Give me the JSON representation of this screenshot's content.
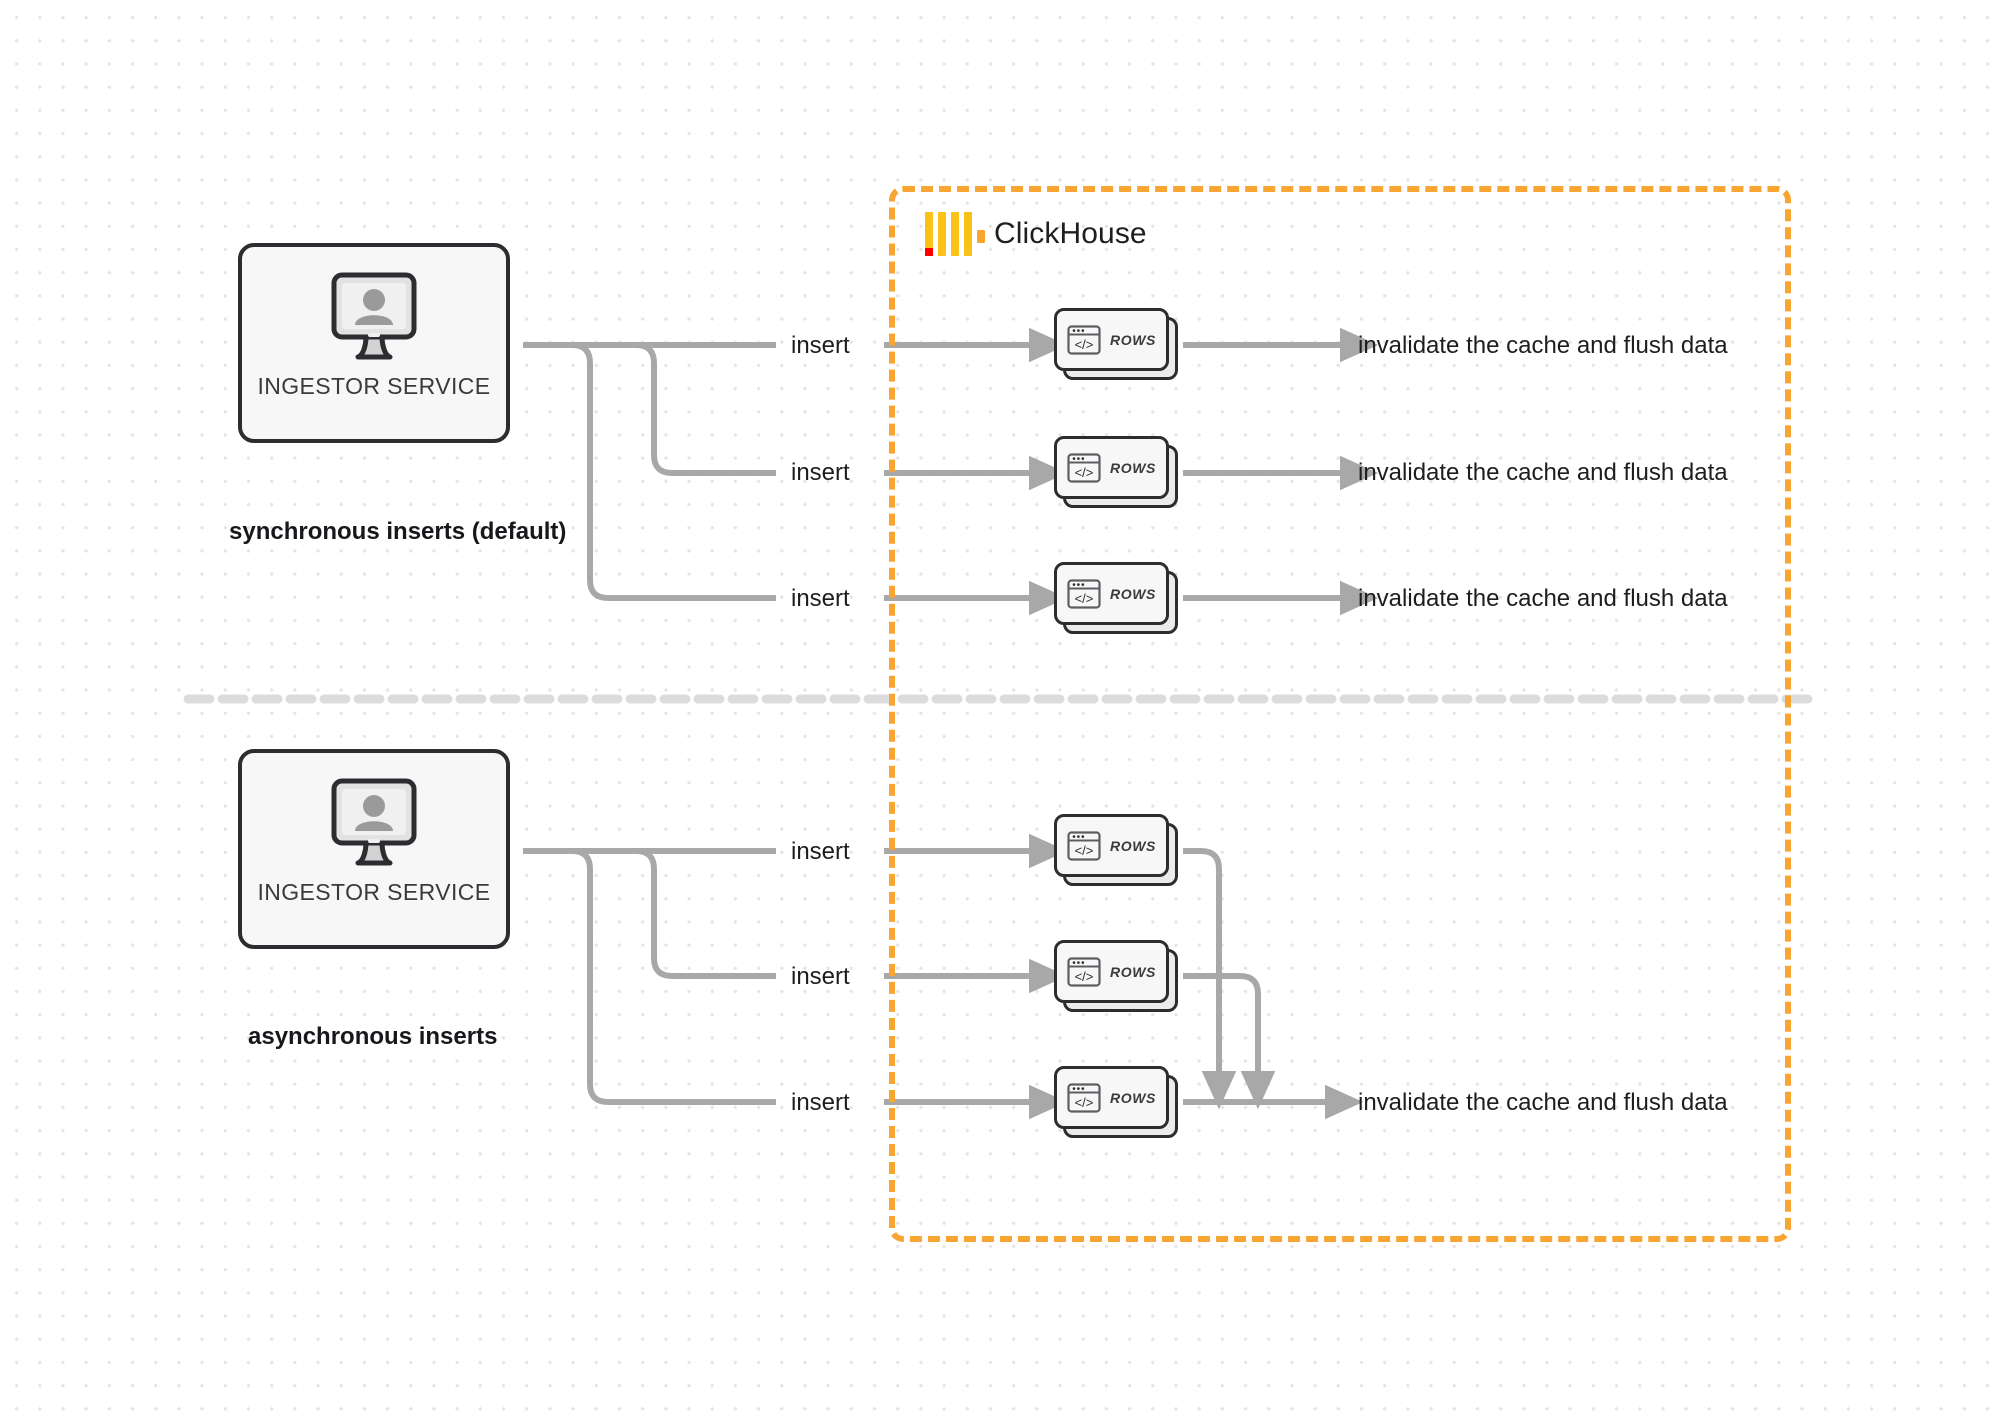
{
  "diagram": {
    "title": "ClickHouse synchronous vs asynchronous inserts",
    "colors": {
      "accent_orange": "#f8a531",
      "logo_yellow": "#fac116",
      "logo_red": "#ff0000",
      "node_border": "#2b2d30",
      "node_fill": "#f7f7f7",
      "connector_gray": "#a8a8a8",
      "background": "#ffffff",
      "grid_dot": "#e6e4e4"
    },
    "container": {
      "label": "ClickHouse",
      "logo_icon": "clickhouse-logo-icon"
    },
    "divider": "dashed-separator",
    "sections": [
      {
        "id": "synchronous",
        "caption": "synchronous inserts (default)",
        "source": {
          "label": "INGESTOR SERVICE",
          "icon": "monitor-user-icon"
        },
        "flows": [
          {
            "insert_label": "insert",
            "rows_label": "ROWS",
            "rows_icon": "code-window-icon",
            "result_label": "invalidate the cache and flush data"
          },
          {
            "insert_label": "insert",
            "rows_label": "ROWS",
            "rows_icon": "code-window-icon",
            "result_label": "invalidate the cache and flush data"
          },
          {
            "insert_label": "insert",
            "rows_label": "ROWS",
            "rows_icon": "code-window-icon",
            "result_label": "invalidate the cache and flush data"
          }
        ]
      },
      {
        "id": "asynchronous",
        "caption": "asynchronous inserts",
        "source": {
          "label": "INGESTOR SERVICE",
          "icon": "monitor-user-icon"
        },
        "flows": [
          {
            "insert_label": "insert",
            "rows_label": "ROWS",
            "rows_icon": "code-window-icon"
          },
          {
            "insert_label": "insert",
            "rows_label": "ROWS",
            "rows_icon": "code-window-icon"
          },
          {
            "insert_label": "insert",
            "rows_label": "ROWS",
            "rows_icon": "code-window-icon"
          }
        ],
        "merged_result_label": "invalidate the cache and flush data"
      }
    ]
  }
}
